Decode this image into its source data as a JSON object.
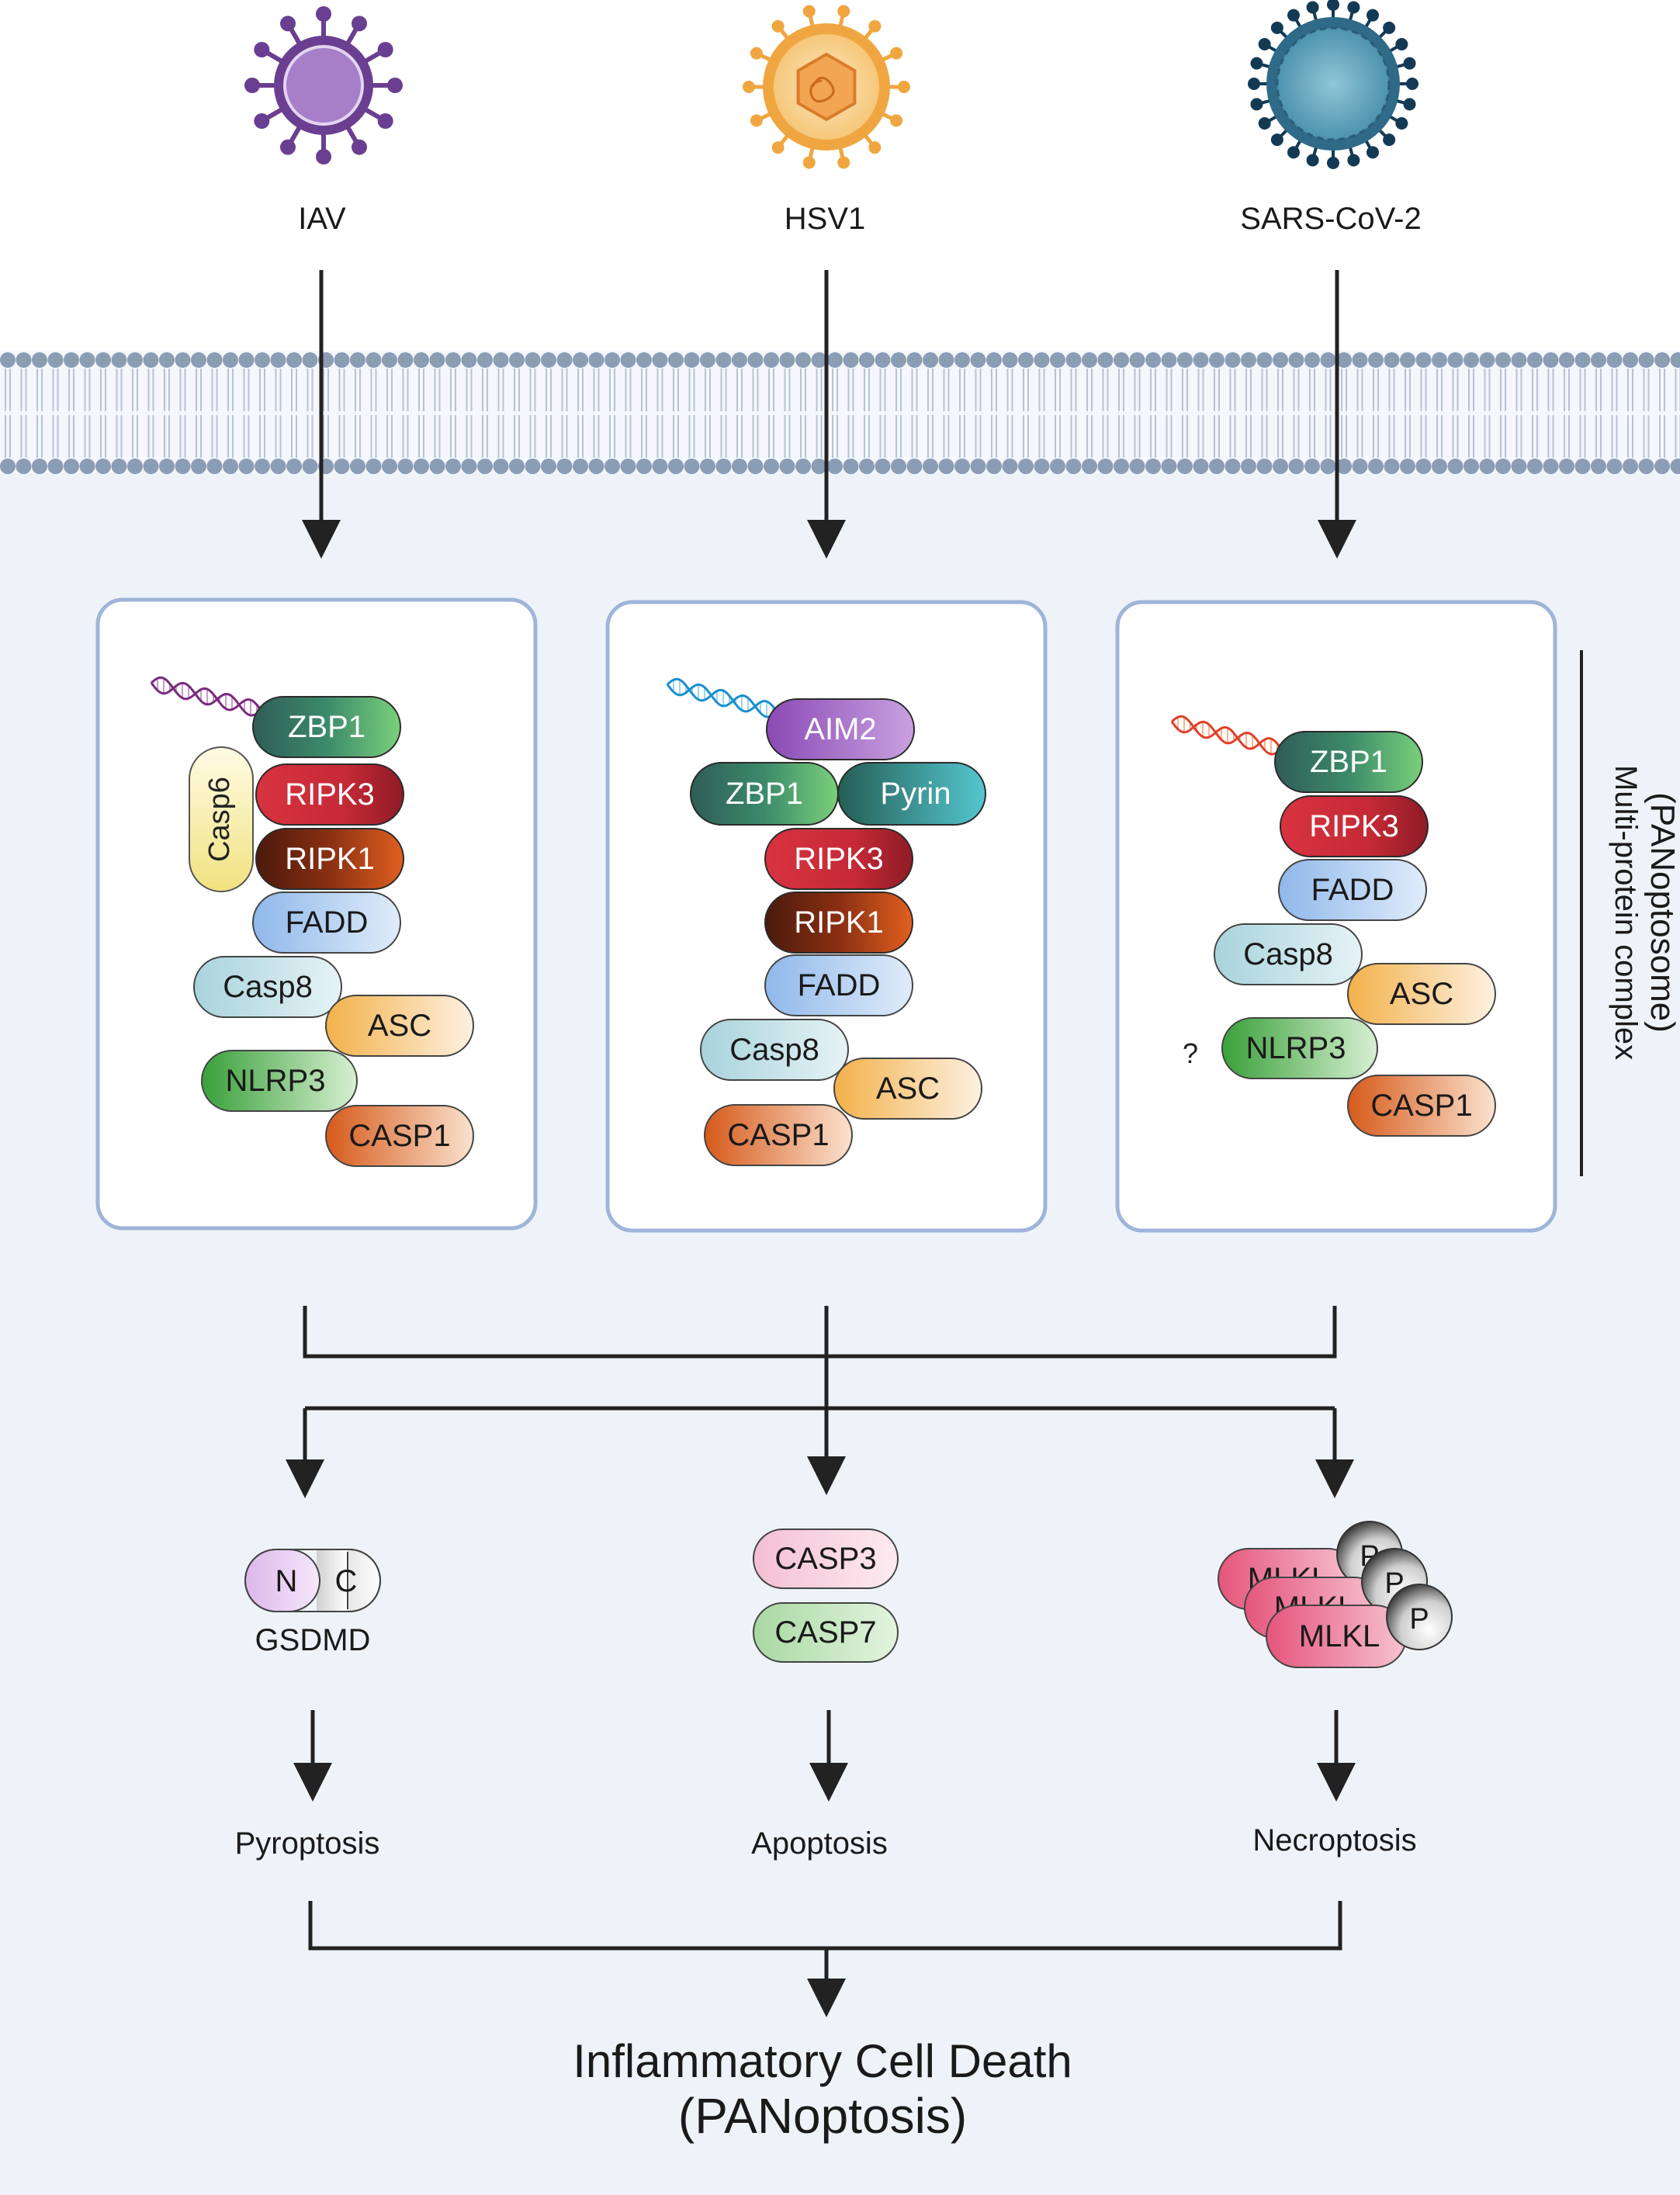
{
  "colors": {
    "cell_bg": "#eef3f9",
    "lipid_head": "#8b9db5",
    "lipid_tail": "#b7c3d4",
    "box_border": "#9fb4d8",
    "arrow": "#222222",
    "text": "#1a1a1a"
  },
  "viruses": [
    {
      "id": "iav",
      "label": "IAV",
      "icon": "influenza-virus-icon",
      "color": "#6a3f91"
    },
    {
      "id": "hsv1",
      "label": "HSV1",
      "icon": "herpes-virus-icon",
      "color": "#f0a640"
    },
    {
      "id": "sars",
      "label": "SARS-CoV-2",
      "icon": "coronavirus-icon",
      "color": "#2f6a88"
    }
  ],
  "complexes": {
    "iav": {
      "proteins": {
        "zbp1": "ZBP1",
        "casp6": "Casp6",
        "ripk3": "RIPK3",
        "ripk1": "RIPK1",
        "fadd": "FADD",
        "casp8": "Casp8",
        "asc": "ASC",
        "nlrp3": "NLRP3",
        "casp1": "CASP1"
      }
    },
    "hsv1": {
      "proteins": {
        "aim2": "AIM2",
        "zbp1": "ZBP1",
        "pyrin": "Pyrin",
        "ripk3": "RIPK3",
        "ripk1": "RIPK1",
        "fadd": "FADD",
        "casp8": "Casp8",
        "asc": "ASC",
        "casp1": "CASP1"
      }
    },
    "sars": {
      "proteins": {
        "zbp1": "ZBP1",
        "ripk3": "RIPK3",
        "fadd": "FADD",
        "casp8": "Casp8",
        "asc": "ASC",
        "nlrp3": "NLRP3",
        "casp1": "CASP1"
      },
      "question_mark": "?"
    }
  },
  "complex_side_label": {
    "line1": "Multi-protein complex",
    "line2": "(PANoptosome)"
  },
  "executors": {
    "gsdmd": {
      "n": "N",
      "c": "C",
      "name": "GSDMD"
    },
    "casp3": "CASP3",
    "casp7": "CASP7",
    "mlkl": {
      "label": "MLKL",
      "phospho": "P"
    }
  },
  "outcomes": {
    "pyroptosis": "Pyroptosis",
    "apoptosis": "Apoptosis",
    "necroptosis": "Necroptosis"
  },
  "final": {
    "line1": "Inflammatory Cell Death",
    "line2": "(PANoptosis)"
  }
}
